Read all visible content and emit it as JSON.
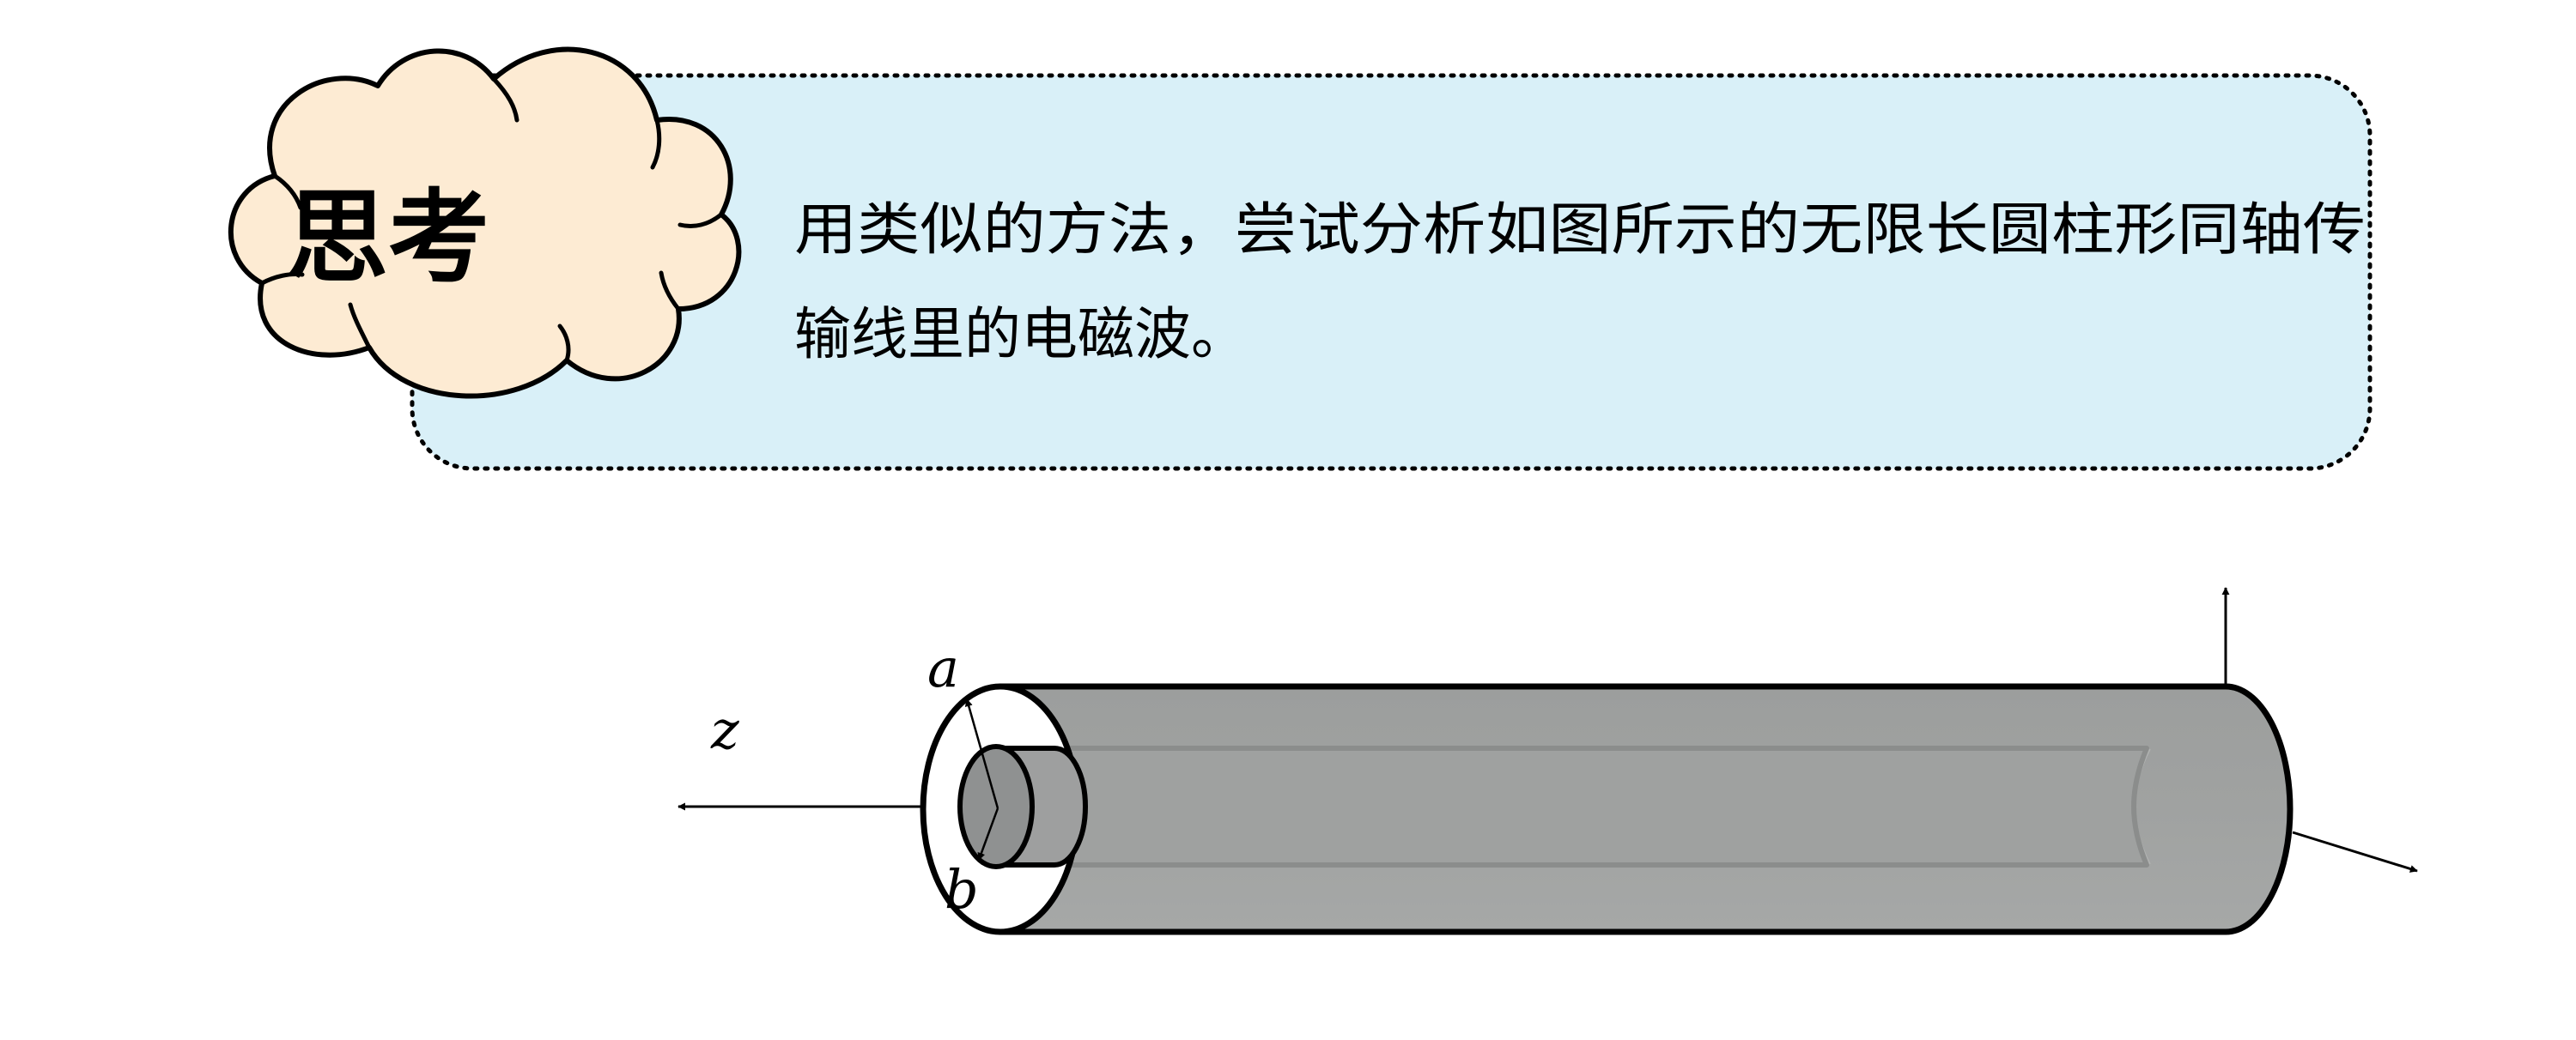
{
  "callout": {
    "badge": "思考",
    "text_line1": "用类似的方法，尝试分析如图所示的无限长圆柱形同轴传",
    "text_line2": "输线里的电磁波。"
  },
  "diagram": {
    "labels": {
      "axis_z": "z",
      "outer_radius": "a",
      "inner_radius": "b"
    }
  },
  "colors": {
    "callout_fill": "#d9f0f8",
    "cloud_fill": "#fdebd3",
    "conductor_gray": "#a2a4a3",
    "inner_gray": "#909292",
    "outline": "#000000"
  }
}
